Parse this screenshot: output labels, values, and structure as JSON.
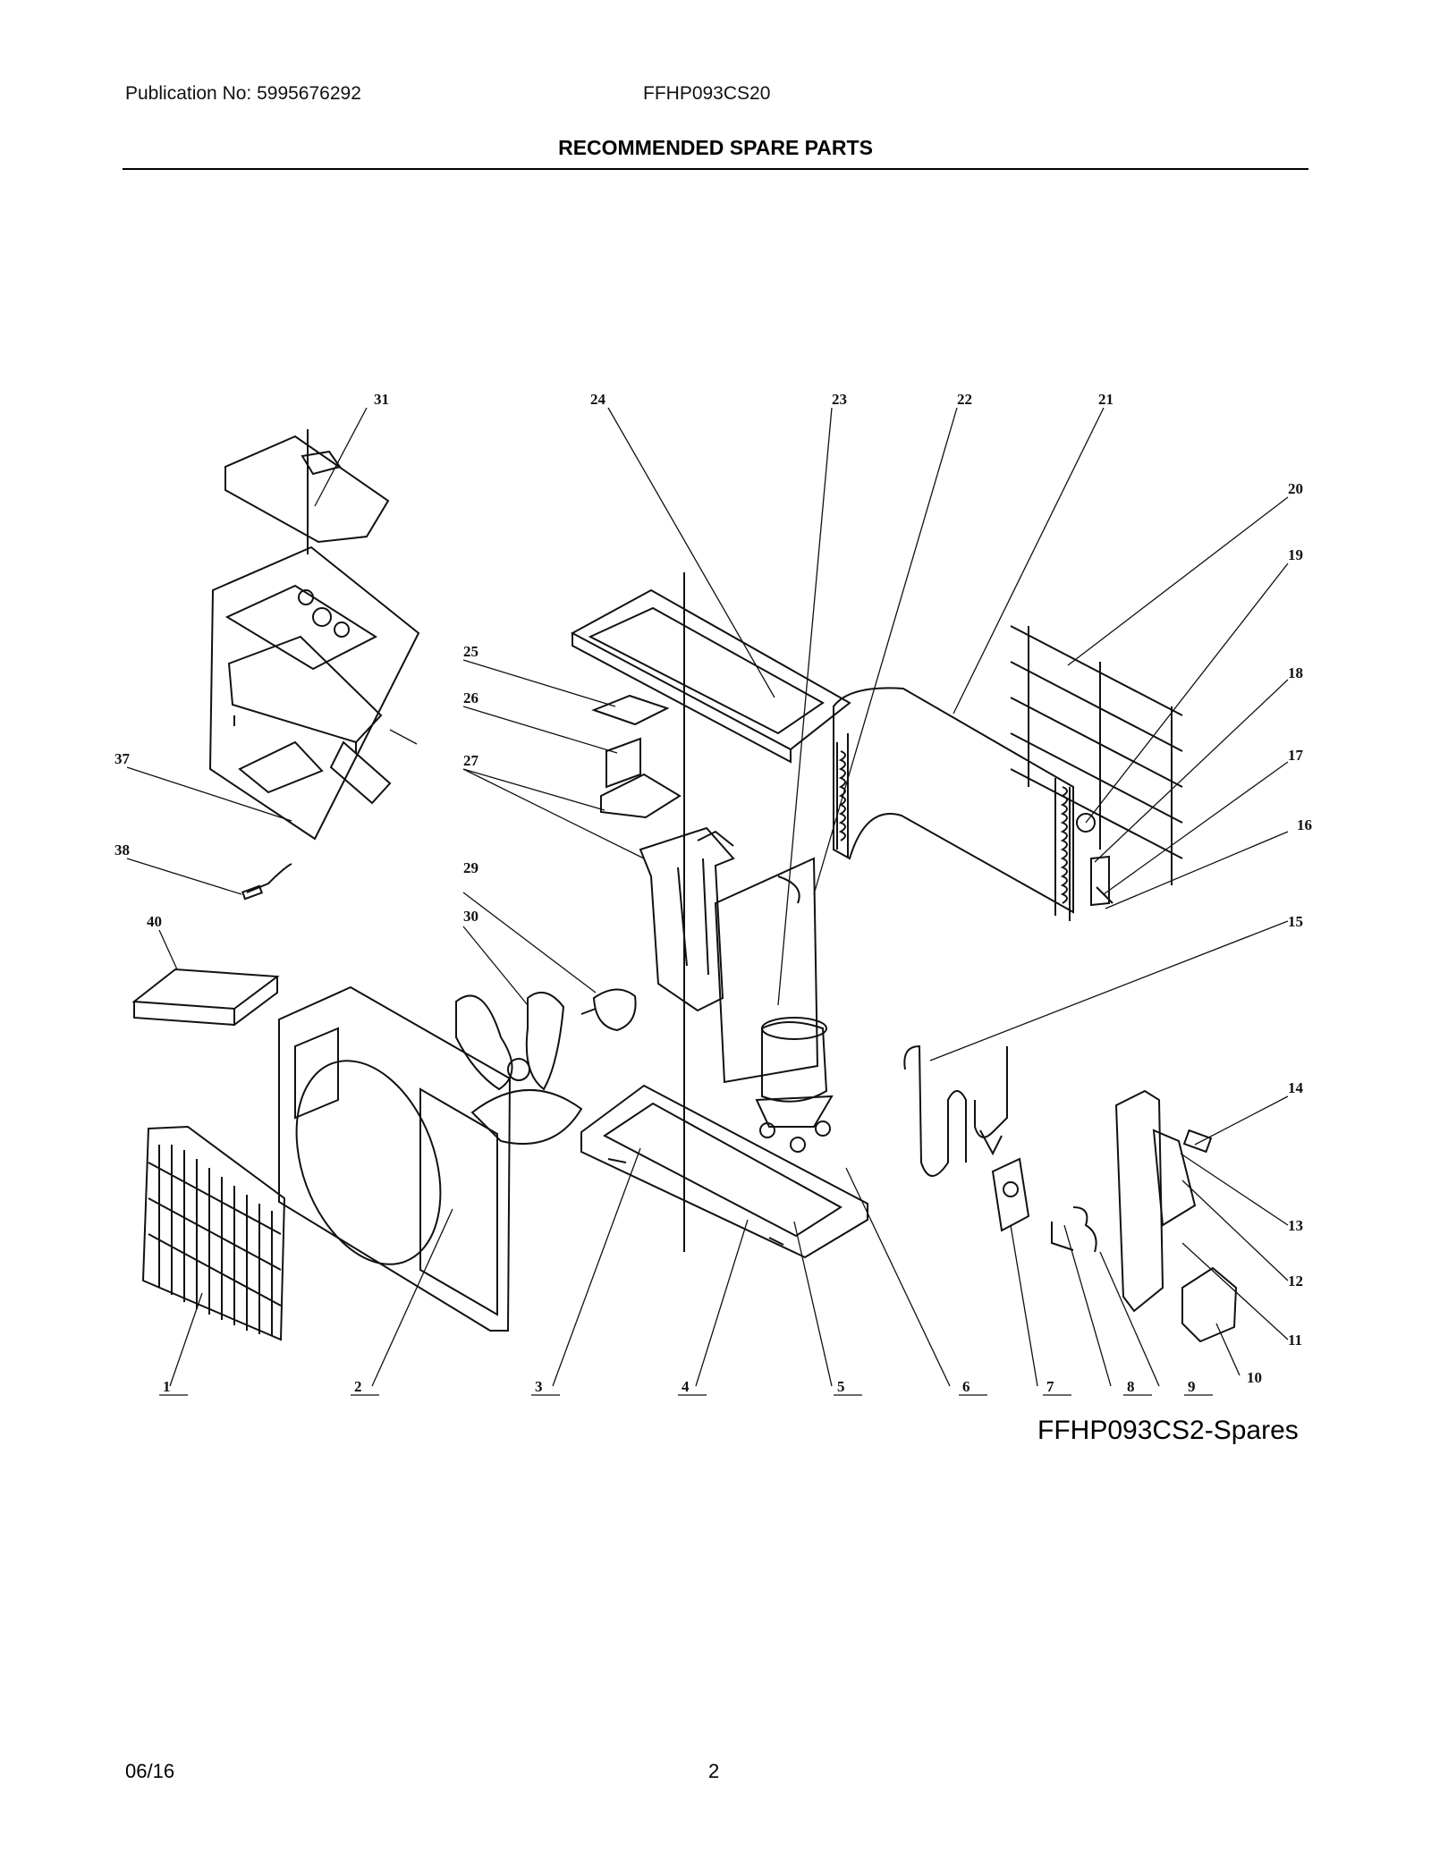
{
  "header": {
    "publication": "Publication No: 5995676292",
    "model": "FFHP093CS20",
    "title": "RECOMMENDED SPARE PARTS"
  },
  "diagram": {
    "caption": "FFHP093CS2-Spares",
    "callouts": [
      "1",
      "2",
      "3",
      "4",
      "5",
      "6",
      "7",
      "8",
      "9",
      "10",
      "11",
      "12",
      "13",
      "14",
      "15",
      "16",
      "17",
      "18",
      "19",
      "20",
      "21",
      "22",
      "23",
      "24",
      "25",
      "26",
      "27",
      "29",
      "30",
      "31",
      "37",
      "38",
      "40"
    ]
  },
  "footer": {
    "date": "06/16",
    "page": "2"
  }
}
